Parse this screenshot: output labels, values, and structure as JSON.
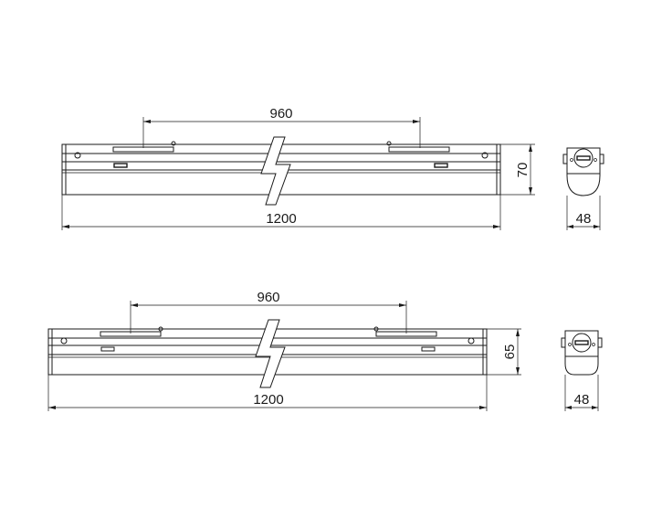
{
  "views": {
    "top": {
      "length_label": "1200",
      "spacing_label": "960",
      "height_label": "70",
      "width_label": "48"
    },
    "bottom": {
      "length_label": "1200",
      "spacing_label": "960",
      "height_label": "65",
      "width_label": "48"
    }
  },
  "colors": {
    "line": "#1a1a1a",
    "background": "#ffffff"
  }
}
